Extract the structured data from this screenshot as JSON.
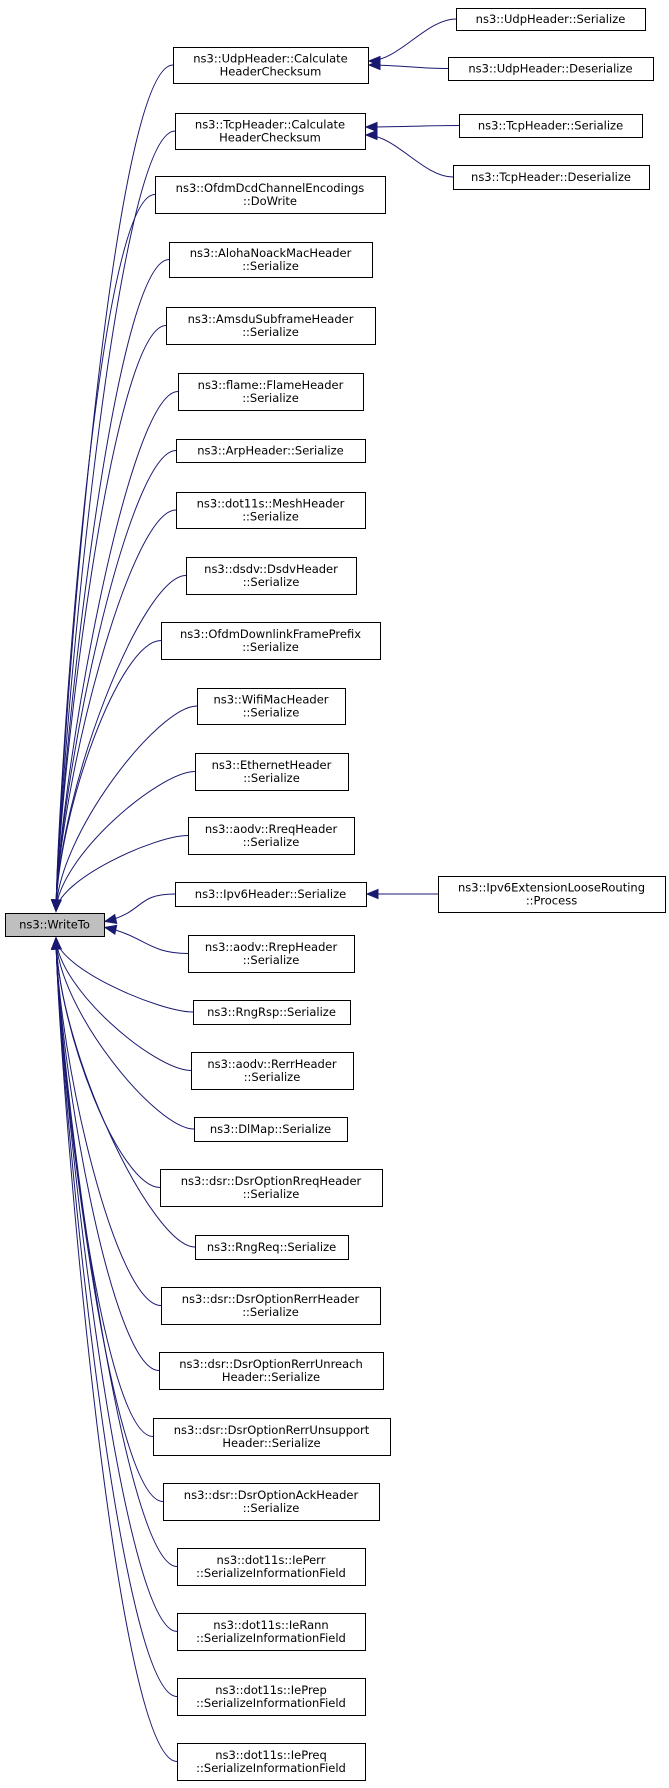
{
  "graph": {
    "root": {
      "id": "root",
      "lines": [
        "ns3::WriteTo"
      ]
    },
    "nodes": [
      {
        "id": "udp-calc",
        "lines": [
          "ns3::UdpHeader::Calculate",
          "HeaderChecksum"
        ]
      },
      {
        "id": "tcp-calc",
        "lines": [
          "ns3::TcpHeader::Calculate",
          "HeaderChecksum"
        ]
      },
      {
        "id": "ofdm-dcd",
        "lines": [
          "ns3::OfdmDcdChannelEncodings",
          "::DoWrite"
        ]
      },
      {
        "id": "aloha",
        "lines": [
          "ns3::AlohaNoackMacHeader",
          "::Serialize"
        ]
      },
      {
        "id": "amsdu",
        "lines": [
          "ns3::AmsduSubframeHeader",
          "::Serialize"
        ]
      },
      {
        "id": "flame",
        "lines": [
          "ns3::flame::FlameHeader",
          "::Serialize"
        ]
      },
      {
        "id": "arp",
        "lines": [
          "ns3::ArpHeader::Serialize"
        ]
      },
      {
        "id": "mesh",
        "lines": [
          "ns3::dot11s::MeshHeader",
          "::Serialize"
        ]
      },
      {
        "id": "dsdv",
        "lines": [
          "ns3::dsdv::DsdvHeader",
          "::Serialize"
        ]
      },
      {
        "id": "ofdm-dl",
        "lines": [
          "ns3::OfdmDownlinkFramePrefix",
          "::Serialize"
        ]
      },
      {
        "id": "wifi",
        "lines": [
          "ns3::WifiMacHeader",
          "::Serialize"
        ]
      },
      {
        "id": "eth",
        "lines": [
          "ns3::EthernetHeader",
          "::Serialize"
        ]
      },
      {
        "id": "rreq",
        "lines": [
          "ns3::aodv::RreqHeader",
          "::Serialize"
        ]
      },
      {
        "id": "ipv6",
        "lines": [
          "ns3::Ipv6Header::Serialize"
        ]
      },
      {
        "id": "rrep",
        "lines": [
          "ns3::aodv::RrepHeader",
          "::Serialize"
        ]
      },
      {
        "id": "rngrsp",
        "lines": [
          "ns3::RngRsp::Serialize"
        ]
      },
      {
        "id": "rerr",
        "lines": [
          "ns3::aodv::RerrHeader",
          "::Serialize"
        ]
      },
      {
        "id": "dlmap",
        "lines": [
          "ns3::DlMap::Serialize"
        ]
      },
      {
        "id": "dsr-rreq",
        "lines": [
          "ns3::dsr::DsrOptionRreqHeader",
          "::Serialize"
        ]
      },
      {
        "id": "rngreq",
        "lines": [
          "ns3::RngReq::Serialize"
        ]
      },
      {
        "id": "dsr-rerr",
        "lines": [
          "ns3::dsr::DsrOptionRerrHeader",
          "::Serialize"
        ]
      },
      {
        "id": "dsr-unreach",
        "lines": [
          "ns3::dsr::DsrOptionRerrUnreach",
          "Header::Serialize"
        ]
      },
      {
        "id": "dsr-unsupport",
        "lines": [
          "ns3::dsr::DsrOptionRerrUnsupport",
          "Header::Serialize"
        ]
      },
      {
        "id": "dsr-ack",
        "lines": [
          "ns3::dsr::DsrOptionAckHeader",
          "::Serialize"
        ]
      },
      {
        "id": "perr",
        "lines": [
          "ns3::dot11s::IePerr",
          "::SerializeInformationField"
        ]
      },
      {
        "id": "rann",
        "lines": [
          "ns3::dot11s::IeRann",
          "::SerializeInformationField"
        ]
      },
      {
        "id": "prep",
        "lines": [
          "ns3::dot11s::IePrep",
          "::SerializeInformationField"
        ]
      },
      {
        "id": "preq",
        "lines": [
          "ns3::dot11s::IePreq",
          "::SerializeInformationField"
        ]
      },
      {
        "id": "udp-ser",
        "lines": [
          "ns3::UdpHeader::Serialize"
        ]
      },
      {
        "id": "udp-deser",
        "lines": [
          "ns3::UdpHeader::Deserialize"
        ]
      },
      {
        "id": "tcp-ser",
        "lines": [
          "ns3::TcpHeader::Serialize"
        ]
      },
      {
        "id": "tcp-deser",
        "lines": [
          "ns3::TcpHeader::Deserialize"
        ]
      },
      {
        "id": "ipv6ext",
        "lines": [
          "ns3::Ipv6ExtensionLooseRouting",
          "::Process"
        ]
      }
    ],
    "edges": [
      {
        "from": "udp-calc",
        "to": "root"
      },
      {
        "from": "tcp-calc",
        "to": "root"
      },
      {
        "from": "ofdm-dcd",
        "to": "root"
      },
      {
        "from": "aloha",
        "to": "root"
      },
      {
        "from": "amsdu",
        "to": "root"
      },
      {
        "from": "flame",
        "to": "root"
      },
      {
        "from": "arp",
        "to": "root"
      },
      {
        "from": "mesh",
        "to": "root"
      },
      {
        "from": "dsdv",
        "to": "root"
      },
      {
        "from": "ofdm-dl",
        "to": "root"
      },
      {
        "from": "wifi",
        "to": "root"
      },
      {
        "from": "eth",
        "to": "root"
      },
      {
        "from": "rreq",
        "to": "root"
      },
      {
        "from": "ipv6",
        "to": "root"
      },
      {
        "from": "rrep",
        "to": "root"
      },
      {
        "from": "rngrsp",
        "to": "root"
      },
      {
        "from": "rerr",
        "to": "root"
      },
      {
        "from": "dlmap",
        "to": "root"
      },
      {
        "from": "dsr-rreq",
        "to": "root"
      },
      {
        "from": "rngreq",
        "to": "root"
      },
      {
        "from": "dsr-rerr",
        "to": "root"
      },
      {
        "from": "dsr-unreach",
        "to": "root"
      },
      {
        "from": "dsr-unsupport",
        "to": "root"
      },
      {
        "from": "dsr-ack",
        "to": "root"
      },
      {
        "from": "perr",
        "to": "root"
      },
      {
        "from": "rann",
        "to": "root"
      },
      {
        "from": "prep",
        "to": "root"
      },
      {
        "from": "preq",
        "to": "root"
      },
      {
        "from": "udp-ser",
        "to": "udp-calc"
      },
      {
        "from": "udp-deser",
        "to": "udp-calc"
      },
      {
        "from": "tcp-ser",
        "to": "tcp-calc"
      },
      {
        "from": "tcp-deser",
        "to": "tcp-calc"
      },
      {
        "from": "ipv6ext",
        "to": "ipv6"
      }
    ]
  },
  "colors": {
    "edge": "#191970",
    "root_fill": "#bfbfbf",
    "node_fill": "#ffffff",
    "node_stroke": "#000000"
  }
}
